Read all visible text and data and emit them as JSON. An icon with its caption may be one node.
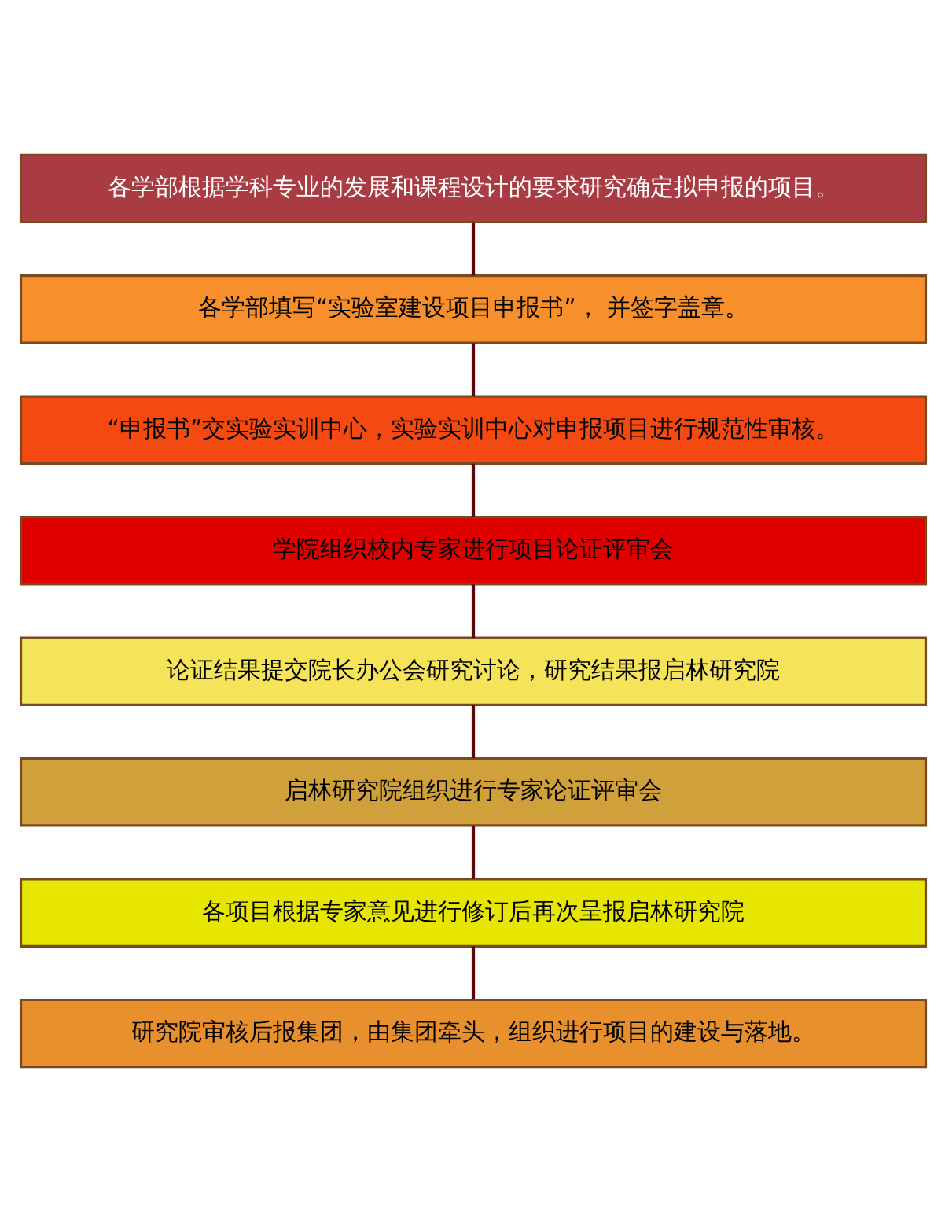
{
  "diagram": {
    "nodes": [
      {
        "text": [
          "各学部根据学科专业的发展和课程设计的要求研究确定拟申报的项目。"
        ]
      },
      {
        "text": [
          "各学部填写“实验室建设项目申报书”， 并签字盖章。"
        ]
      },
      {
        "text": [
          "“申报书”交实验实训中心，实验实训中心对申报项目进行规范性审核。"
        ]
      },
      {
        "text": [
          "学院组织校内专家进行项目论证评审会"
        ]
      },
      {
        "text": [
          "论证结果提交院长办公会研究讨论，研究结果报启林研究院"
        ]
      },
      {
        "text": [
          "启林研究院组织进行专家论证评审会"
        ]
      },
      {
        "text": [
          "各项目根据专家意见进行修订后再次呈报启林研究院"
        ]
      },
      {
        "text": [
          "研究院审核后报集团，由集团牵头，组织进行项目的建设与落地。"
        ]
      }
    ],
    "edges": [
      {
        "from": 0,
        "to": 1,
        "arrow": "none"
      },
      {
        "from": 1,
        "to": 2,
        "arrow": "none"
      },
      {
        "from": 2,
        "to": 3,
        "arrow": "none"
      },
      {
        "from": 3,
        "to": 4,
        "arrow": "none"
      },
      {
        "from": 4,
        "to": 5,
        "arrow": "none"
      },
      {
        "from": 5,
        "to": 6,
        "arrow": "none"
      },
      {
        "from": 6,
        "to": 7,
        "arrow": "none"
      }
    ]
  }
}
